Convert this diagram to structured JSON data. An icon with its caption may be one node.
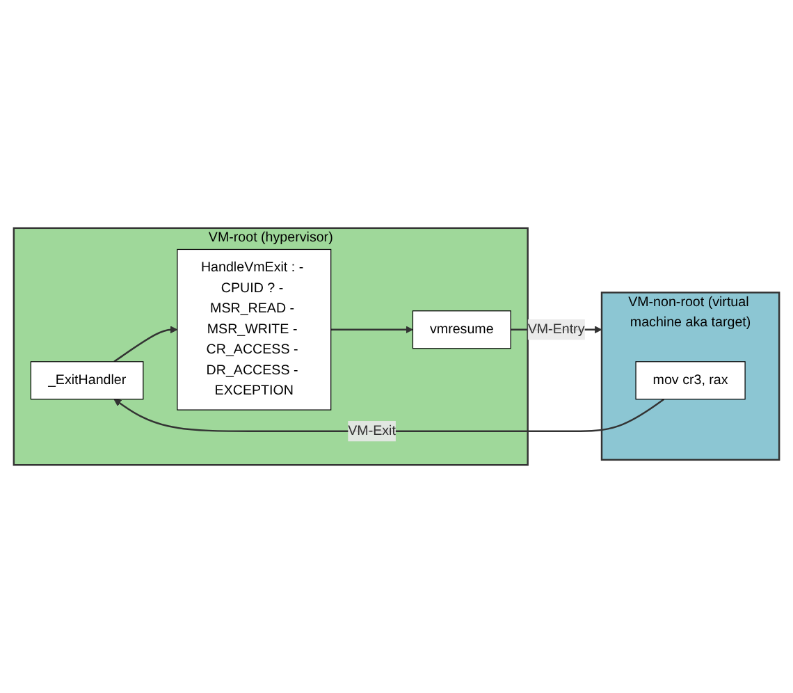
{
  "diagram": {
    "nodes": [
      {
        "text": [
          "VM-root (hypervisor)"
        ]
      },
      {
        "text": [
          "_ExitHandler"
        ],
        "in": 0
      },
      {
        "text": [
          "HandleVmExit : - CPUID ? - MSR_READ - MSR_WRITE - CR_ACCESS - DR_ACCESS - EXCEPTION"
        ],
        "in": 0
      },
      {
        "text": [
          "vmresume"
        ],
        "in": 0
      },
      {
        "text": [
          "VM-non-root (virtual machine aka target)"
        ]
      },
      {
        "text": [
          "mov cr3, rax"
        ],
        "in": 4
      }
    ],
    "edges": [
      {
        "from": 1,
        "to": 2,
        "arrow": "to"
      },
      {
        "from": 2,
        "to": 3,
        "arrow": "to"
      },
      {
        "from": 5,
        "to": 1,
        "label": "VM-Exit",
        "arrow": "to"
      },
      {
        "from": 3,
        "to": 4,
        "label": "VM-Entry",
        "arrow": "to"
      }
    ]
  }
}
